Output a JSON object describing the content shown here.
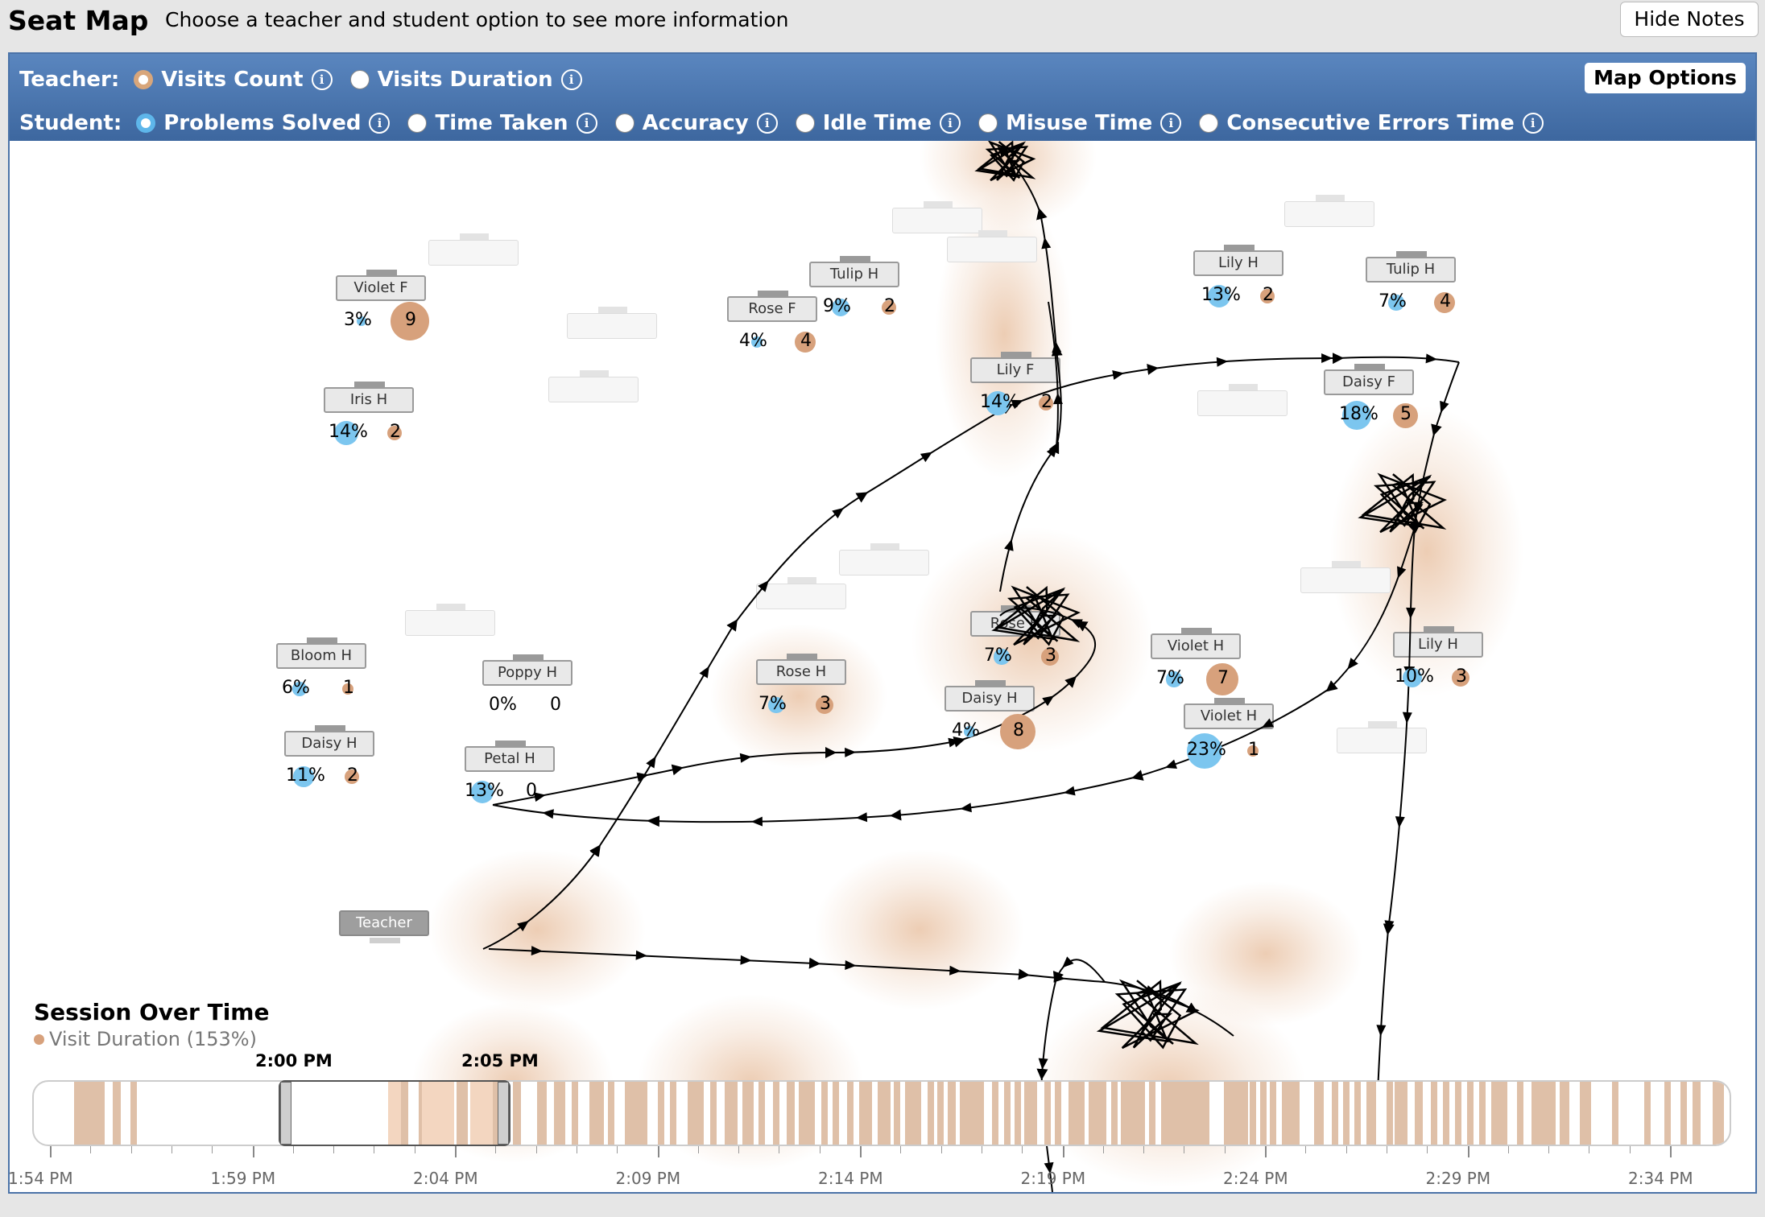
{
  "header": {
    "title": "Seat Map",
    "hint": "Choose a teacher and student option to see more information",
    "hide_notes": "Hide Notes"
  },
  "controls": {
    "teacher_label": "Teacher:",
    "teacher_options": [
      {
        "label": "Visits Count",
        "selected": true
      },
      {
        "label": "Visits Duration",
        "selected": false
      }
    ],
    "student_label": "Student:",
    "student_options": [
      {
        "label": "Problems Solved",
        "selected": true
      },
      {
        "label": "Time Taken",
        "selected": false
      },
      {
        "label": "Accuracy",
        "selected": false
      },
      {
        "label": "Idle Time",
        "selected": false
      },
      {
        "label": "Misuse Time",
        "selected": false
      },
      {
        "label": "Consecutive Errors Time",
        "selected": false
      }
    ],
    "info_glyph": "i",
    "map_options": "Map Options"
  },
  "seats": [
    {
      "name": "Violet F",
      "pct": "3%",
      "visits": "9"
    },
    {
      "name": "Iris H",
      "pct": "14%",
      "visits": "2"
    },
    {
      "name": "Tulip H",
      "pct": "9%",
      "visits": "2"
    },
    {
      "name": "Rose F",
      "pct": "4%",
      "visits": "4"
    },
    {
      "name": "Lily F",
      "pct": "14%",
      "visits": "2"
    },
    {
      "name": "Lily H",
      "pct": "13%",
      "visits": "2"
    },
    {
      "name": "Tulip H",
      "pct": "7%",
      "visits": "4"
    },
    {
      "name": "Daisy F",
      "pct": "18%",
      "visits": "5"
    },
    {
      "name": "Rose H",
      "pct": "7%",
      "visits": "3"
    },
    {
      "name": "Bloom H",
      "pct": "6%",
      "visits": "1"
    },
    {
      "name": "Poppy H",
      "pct": "0%",
      "visits": "0"
    },
    {
      "name": "Rose H",
      "pct": "7%",
      "visits": "3"
    },
    {
      "name": "Daisy H",
      "pct": "4%",
      "visits": "8"
    },
    {
      "name": "Violet H",
      "pct": "7%",
      "visits": "7"
    },
    {
      "name": "Lily H",
      "pct": "10%",
      "visits": "3"
    },
    {
      "name": "Daisy H",
      "pct": "11%",
      "visits": "2"
    },
    {
      "name": "Petal H",
      "pct": "13%",
      "visits": "0"
    },
    {
      "name": "Violet H",
      "pct": "23%",
      "visits": "1"
    }
  ],
  "teacher_desk": "Teacher",
  "session": {
    "title": "Session Over Time",
    "legend": "Visit Duration (153%)",
    "selection_start": "2:00 PM",
    "selection_end": "2:05 PM",
    "ticks": [
      "1:54 PM",
      "1:59 PM",
      "2:04 PM",
      "2:09 PM",
      "2:14 PM",
      "2:19 PM",
      "2:24 PM",
      "2:29 PM",
      "2:34 PM"
    ]
  },
  "colors": {
    "header_blue": "#4a76b0",
    "visit_orange": "#d7a17c",
    "student_blue": "#7cc6ef"
  }
}
